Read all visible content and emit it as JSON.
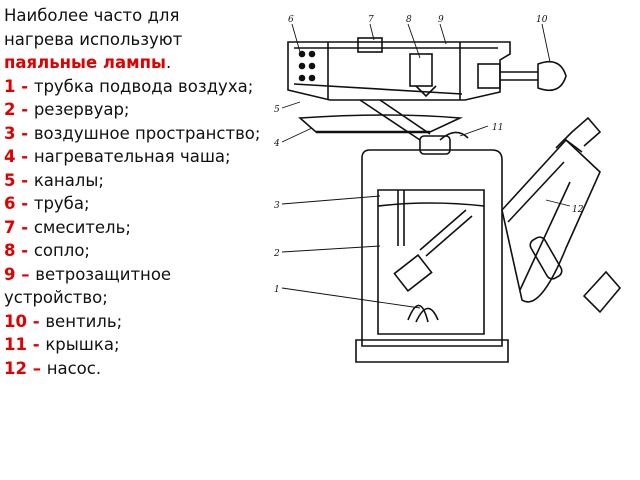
{
  "intro": {
    "line1": "Наиболее часто для",
    "line2": "нагрева используют",
    "highlight": "паяльные лампы",
    "dot": "."
  },
  "legend": [
    {
      "num": "1 - ",
      "text": "трубка подвода воздуха;"
    },
    {
      "num": "2 - ",
      "text": "резервуар;"
    },
    {
      "num": "3 - ",
      "text": "воздушное пространство;"
    },
    {
      "num": "4 - ",
      "text": "нагревательная чаша;"
    },
    {
      "num": "5 - ",
      "text": "каналы;"
    },
    {
      "num": "6 - ",
      "text": "труба;"
    },
    {
      "num": "7 - ",
      "text": "смеситель;"
    },
    {
      "num": "8 - ",
      "text": "сопло;"
    },
    {
      "num": "9 – ",
      "text": "ветрозащитное"
    },
    {
      "num": "",
      "text": "устройство;"
    },
    {
      "num": "10 - ",
      "text": "вентиль;"
    },
    {
      "num": "11 - ",
      "text": "крышка;"
    },
    {
      "num": "12 – ",
      "text": "насос."
    }
  ],
  "diagram_labels": {
    "l1": "1",
    "l2": "2",
    "l3": "3",
    "l4": "4",
    "l5": "5",
    "l6": "6",
    "l7": "7",
    "l8": "8",
    "l9": "9",
    "l10": "10",
    "l11": "11",
    "l12": "12"
  },
  "colors": {
    "accent": "#e00000",
    "ink": "#111111"
  }
}
